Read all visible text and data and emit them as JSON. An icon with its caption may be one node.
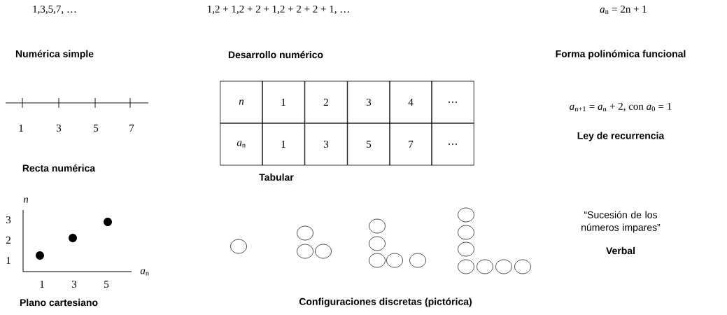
{
  "diagram": {
    "labels": [
      "1,3,5,7, …",
      "1,2 + 1,2 + 2 + 1,2 + 2 + 2 + 1, …",
      "*a*$_{n}$ = 2n + 1",
      "Numérica simple",
      "Desarrollo numérico",
      "Forma polinómica funcional",
      "*n*",
      "1",
      "2",
      "3",
      "4",
      "…",
      "*a*$_{n+1}$ = *a*$_{n}$ + 2, con *a*$_{0}$ = 1",
      "1",
      "3",
      "5",
      "7",
      "*a*$_{n}$",
      "1",
      "3",
      "5",
      "7",
      "…",
      "Ley de recurrencia",
      "Recta numérica",
      "Tabular",
      "*n*",
      "3",
      "2",
      "1",
      "“Sucesión de los números impares”",
      "*a*$_{n}$",
      "Verbal",
      "1",
      "3",
      "5",
      "Plano cartesiano",
      "Configuraciones discretas (pictórica)"
    ]
  }
}
